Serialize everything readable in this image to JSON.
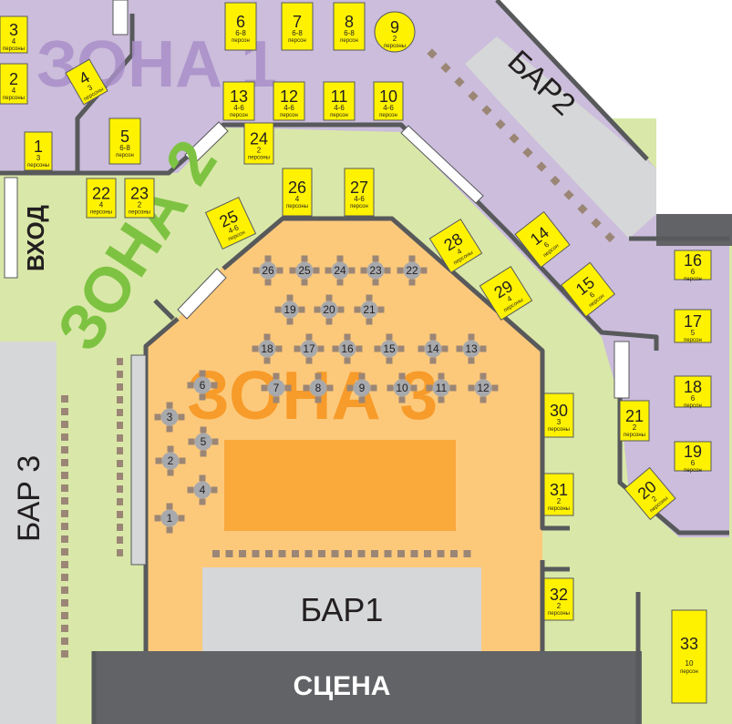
{
  "colors": {
    "zone1": "#cbbddb",
    "zone2": "#d9e8a8",
    "zone3": "#fcc97b",
    "wall": "#58595b",
    "bar": "#d6d7d8",
    "stage": "#626366",
    "table": "#fff200",
    "round_table": "#a7a9ac",
    "chair": "#9b8676",
    "zone1_label": "#a98fc9",
    "zone2_label": "#7ec242",
    "zone3_label": "#f7941d",
    "stage_field": "#faa93b"
  },
  "zones": {
    "z1": "ЗОНА 1",
    "z2": "ЗОНА 2",
    "z3": "ЗОНА 3"
  },
  "labels": {
    "bar1": "БАР1",
    "bar2": "БАР2",
    "bar3": "БАР 3",
    "stage": "СЦЕНА",
    "entrance": "ВХОД"
  },
  "tables": [
    {
      "num": "3",
      "cap": "4 персоны"
    },
    {
      "num": "2",
      "cap": "4 персоны"
    },
    {
      "num": "1",
      "cap": "3 персоны"
    },
    {
      "num": "4",
      "cap": "3 персоны"
    },
    {
      "num": "5",
      "cap": "6-8 персон"
    },
    {
      "num": "6",
      "cap": "6-8 персон"
    },
    {
      "num": "7",
      "cap": "6-8 персон"
    },
    {
      "num": "8",
      "cap": "6-8 персон"
    },
    {
      "num": "9",
      "cap": "2 персоны"
    },
    {
      "num": "13",
      "cap": "4-6 персон"
    },
    {
      "num": "12",
      "cap": "4-6 персон"
    },
    {
      "num": "11",
      "cap": "4-6 персон"
    },
    {
      "num": "10",
      "cap": "4-6 персон"
    },
    {
      "num": "24",
      "cap": "2 персоны"
    },
    {
      "num": "26",
      "cap": "4 персоны"
    },
    {
      "num": "27",
      "cap": "4-6 персон"
    },
    {
      "num": "22",
      "cap": "4 персоны"
    },
    {
      "num": "23",
      "cap": "2 персоны"
    },
    {
      "num": "25",
      "cap": "4-6 персон"
    },
    {
      "num": "28",
      "cap": "4 персоны"
    },
    {
      "num": "29",
      "cap": "4 персоны"
    },
    {
      "num": "14",
      "cap": "6 персон"
    },
    {
      "num": "15",
      "cap": "6 персон"
    },
    {
      "num": "16",
      "cap": "6 персон"
    },
    {
      "num": "17",
      "cap": "5 персон"
    },
    {
      "num": "18",
      "cap": "6 персон"
    },
    {
      "num": "19",
      "cap": "6 персон"
    },
    {
      "num": "21",
      "cap": "2 персоны"
    },
    {
      "num": "20",
      "cap": "2 персоны"
    },
    {
      "num": "30",
      "cap": "3 персоны"
    },
    {
      "num": "31",
      "cap": "2 персоны"
    },
    {
      "num": "32",
      "cap": "2 персоны"
    },
    {
      "num": "33",
      "cap": "10 персон"
    }
  ],
  "round_tables": [
    "26",
    "25",
    "24",
    "23",
    "22",
    "19",
    "20",
    "21",
    "18",
    "17",
    "16",
    "15",
    "14",
    "13",
    "7",
    "8",
    "9",
    "10",
    "11",
    "12",
    "6",
    "3",
    "5",
    "2",
    "4",
    "1"
  ]
}
